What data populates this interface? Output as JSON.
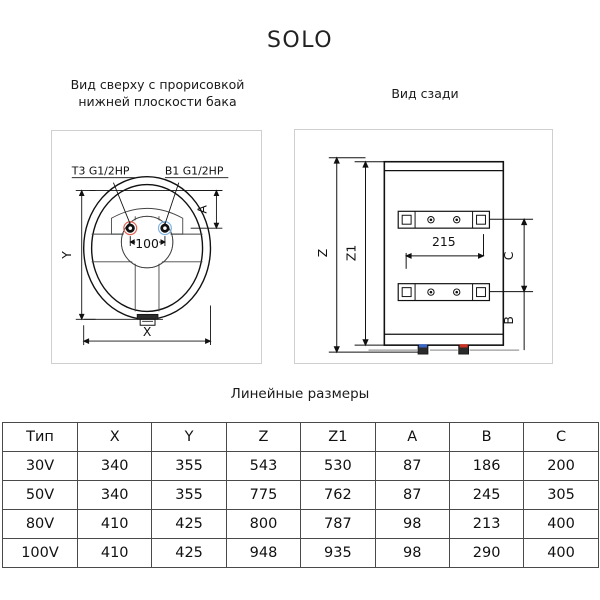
{
  "page": {
    "title": "SOLO"
  },
  "panels": {
    "top_view": {
      "caption": "Вид сверху с прорисовкой\nнижней плоскости бака",
      "labels": {
        "port_left": "T3 G1/2HP",
        "port_right": "B1 G1/2HP",
        "center_distance": "100",
        "dim_y": "Y",
        "dim_x": "X",
        "dim_a": "A"
      },
      "colors": {
        "port_left_ring": "#e06050",
        "port_right_ring": "#7fb3e0",
        "outline": "#111111"
      }
    },
    "rear_view": {
      "caption": "Вид сзади",
      "labels": {
        "dim_z": "Z",
        "dim_z1": "Z1",
        "dim_c": "C",
        "dim_b": "B",
        "bracket_width": "215"
      },
      "colors": {
        "inlet_connector": "#3a66c8",
        "outlet_connector": "#cc3322",
        "outline": "#111111"
      }
    }
  },
  "table": {
    "caption": "Линейные размеры",
    "columns": [
      "Тип",
      "X",
      "Y",
      "Z",
      "Z1",
      "A",
      "B",
      "C"
    ],
    "rows": [
      [
        "30V",
        "340",
        "355",
        "543",
        "530",
        "87",
        "186",
        "200"
      ],
      [
        "50V",
        "340",
        "355",
        "775",
        "762",
        "87",
        "245",
        "305"
      ],
      [
        "80V",
        "410",
        "425",
        "800",
        "787",
        "98",
        "213",
        "400"
      ],
      [
        "100V",
        "410",
        "425",
        "948",
        "935",
        "98",
        "290",
        "400"
      ]
    ]
  }
}
